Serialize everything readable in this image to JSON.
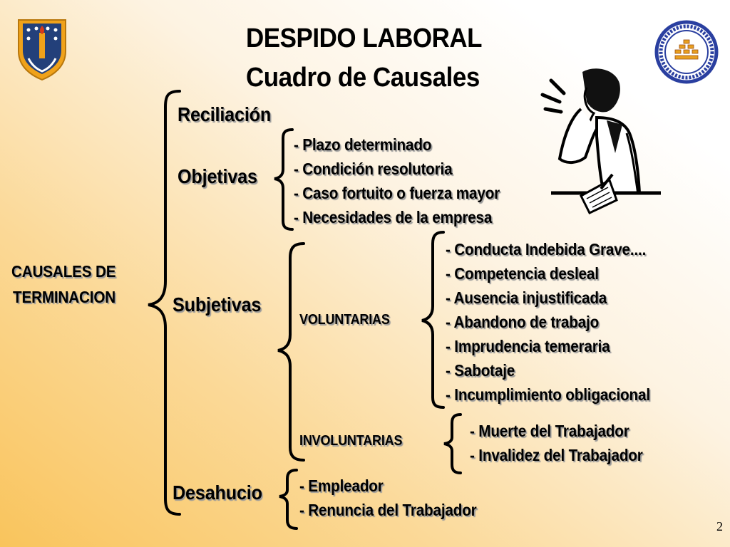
{
  "header": {
    "title_line1": "DESPIDO LABORAL",
    "title_line2": "Cuadro de Causales",
    "left_logo_icon": "university-shield-icon",
    "right_logo_icon": "faculty-seal-icon"
  },
  "root": {
    "line1": "CAUSALES DE",
    "line2": "TERMINACION"
  },
  "branches": {
    "reciliacion": "Reciliación",
    "objetivas": "Objetivas",
    "subjetivas": "Subjetivas",
    "desahucio": "Desahucio"
  },
  "objetivas_items": [
    "- Plazo determinado",
    "- Condición resolutoria",
    "- Caso fortuito o fuerza mayor",
    "- Necesidades de la empresa"
  ],
  "subjetivas": {
    "voluntarias_label": "VOLUNTARIAS",
    "involuntarias_label": "INVOLUNTARIAS",
    "voluntarias_items": [
      "- Conducta Indebida Grave....",
      "- Competencia desleal",
      "- Ausencia injustificada",
      "- Abandono de trabajo",
      "- Imprudencia temeraria",
      "- Sabotaje",
      "- Incumplimiento obligacional"
    ],
    "involuntarias_items": [
      "- Muerte del Trabajador",
      "- Invalidez del Trabajador"
    ]
  },
  "desahucio_items": [
    "- Empleador",
    "- Renuncia del Trabajador"
  ],
  "illustration_icon": "stressed-worker-on-phone-icon",
  "page_number": "2",
  "colors": {
    "gradient_warm": "#f9c45c",
    "gradient_light": "#ffffff",
    "text": "#000000"
  }
}
